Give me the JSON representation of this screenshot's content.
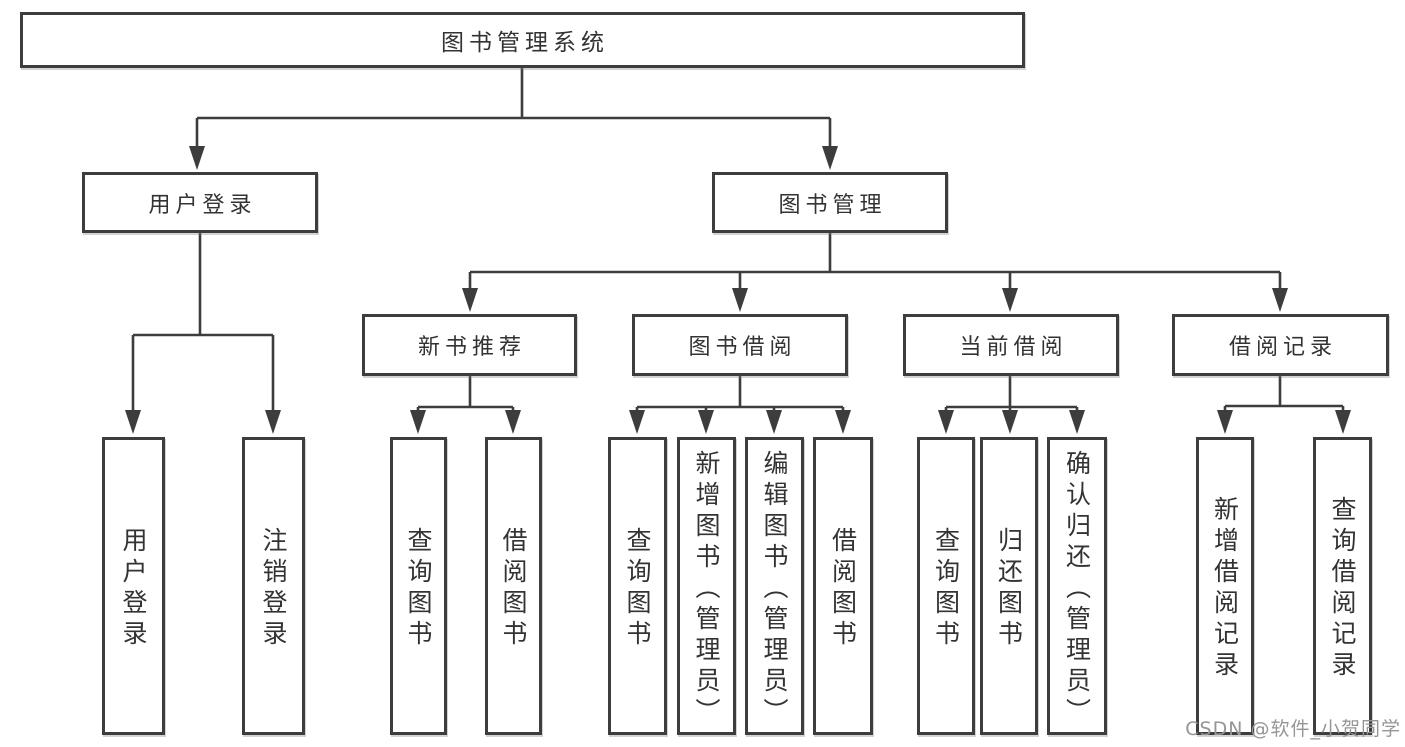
{
  "tree": {
    "root": {
      "label": "图书管理系统"
    },
    "branches": [
      {
        "label": "用户登录",
        "children": [
          {
            "label": "用户登录"
          },
          {
            "label": "注销登录"
          }
        ]
      },
      {
        "label": "图书管理",
        "children": [
          {
            "label": "新书推荐",
            "children": [
              {
                "label": "查询图书"
              },
              {
                "label": "借阅图书"
              }
            ]
          },
          {
            "label": "图书借阅",
            "children": [
              {
                "label": "查询图书"
              },
              {
                "label": "新增图书（管理员）"
              },
              {
                "label": "编辑图书（管理员）"
              },
              {
                "label": "借阅图书"
              }
            ]
          },
          {
            "label": "当前借阅",
            "children": [
              {
                "label": "查询图书"
              },
              {
                "label": "归还图书"
              },
              {
                "label": "确认归还（管理员）"
              }
            ]
          },
          {
            "label": "借阅记录",
            "children": [
              {
                "label": "新增借阅记录"
              },
              {
                "label": "查询借阅记录"
              }
            ]
          }
        ]
      }
    ]
  },
  "watermark": "CSDN @软件_小贺同学",
  "colors": {
    "line": "#3d3d3d",
    "text": "#333333",
    "background": "#ffffff",
    "watermark": "#969696"
  }
}
